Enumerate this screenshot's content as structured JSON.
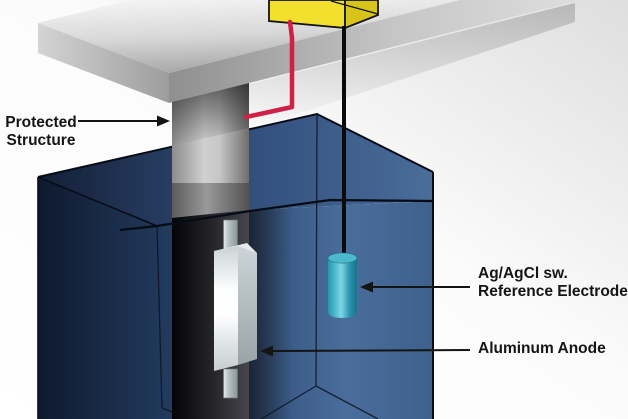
{
  "diagram": {
    "type": "cathodic-protection-illustration",
    "parts": [
      "deck-platform",
      "support-pile",
      "sea-water-volume",
      "junction-box",
      "positive-wire",
      "electrode-cable",
      "reference-electrode",
      "aluminum-anode",
      "mounting-straps"
    ]
  },
  "annotations": [
    {
      "id": "protected-structure",
      "line1": "Protected",
      "line2": "Structure",
      "arrow_direction": "right"
    },
    {
      "id": "reference-electrode",
      "line1": "Ag/AgCl sw.",
      "line2": "Reference Electrode",
      "arrow_direction": "left"
    },
    {
      "id": "aluminum-anode",
      "line1": "Aluminum Anode",
      "arrow_direction": "left"
    }
  ],
  "colors": {
    "sea_water_dark": "#0e1a2e",
    "sea_water_light": "#4a6d9c",
    "wire_positive_red": "#cf2148",
    "cable_black": "#0b0b0b",
    "junction_box_yellow": "#f3df2e",
    "junction_box_yellow_shade": "#d8c419",
    "reference_electrode_teal": "#2f9cb5",
    "reference_electrode_teal_top": "#4cb9cc",
    "anode_silver": "#e9edef",
    "pile_gray": "#c6c6c6",
    "deck_gray": "#c0c0c0",
    "label_text": "#151515",
    "outline_black": "#141414"
  }
}
